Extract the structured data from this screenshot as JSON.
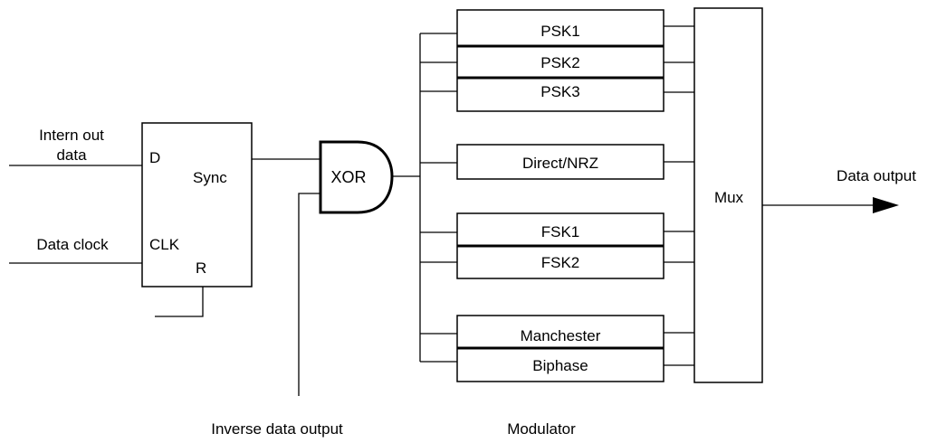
{
  "inputs": {
    "intern_out_line1": "Intern out",
    "intern_out_line2": "data",
    "data_clock": "Data clock"
  },
  "sync_block": {
    "d_pin": "D",
    "title": "Sync",
    "clk_pin": "CLK",
    "r_pin": "R"
  },
  "xor_gate": {
    "label": "XOR"
  },
  "modulator_blocks": {
    "psk1": "PSK1",
    "psk2": "PSK2",
    "psk3": "PSK3",
    "direct_nrz": "Direct/NRZ",
    "fsk1": "FSK1",
    "fsk2": "FSK2",
    "manchester": "Manchester",
    "biphase": "Biphase"
  },
  "mux": {
    "label": "Mux"
  },
  "outputs": {
    "data_output": "Data output",
    "inverse_data_output": "Inverse data output"
  },
  "section_labels": {
    "modulator": "Modulator"
  }
}
